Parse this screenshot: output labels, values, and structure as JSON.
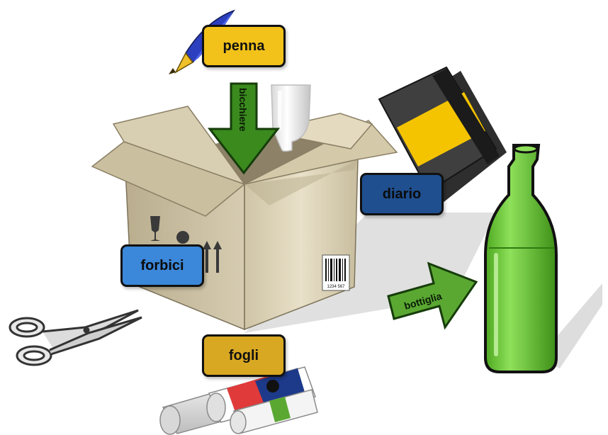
{
  "labels": {
    "penna": "penna",
    "bicchiere": "bicchiere",
    "diario": "diario",
    "forbici": "forbici",
    "bottiglia": "bottiglia",
    "fogli": "fogli"
  },
  "barcode_number": "1234 567",
  "colors": {
    "yellow_label": "#f2c21b",
    "blue_label": "#3b87d9",
    "dark_blue_label": "#1f4f8f",
    "arrow_green": "#4c9a2a",
    "dark_arrow_green": "#1f5f12",
    "bottle_green": "#5fbf2a",
    "box_tan": "#d9cfb4",
    "notebook_yellow": "#f5c400"
  },
  "icons": [
    "quill-pen-icon",
    "wine-glass-icon",
    "notebook-icon",
    "bottle-icon",
    "scissors-icon",
    "paper-rolls-icon",
    "cardboard-box-icon"
  ]
}
